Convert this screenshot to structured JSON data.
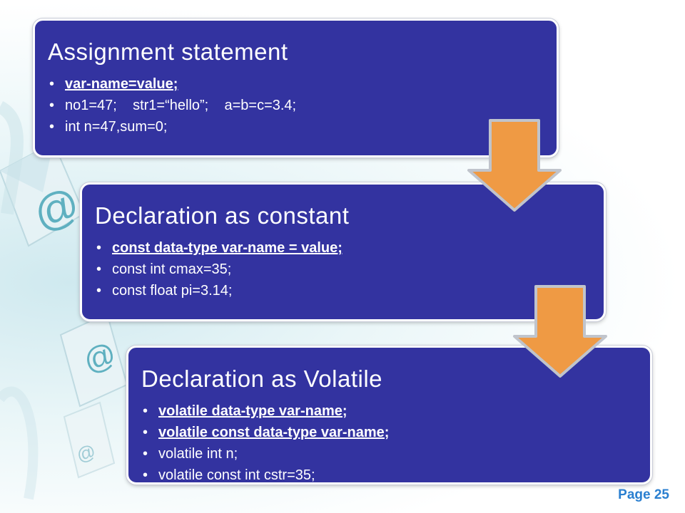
{
  "slide": {
    "page_label": "Page 25",
    "colors": {
      "box_fill": "#3333a0",
      "arrow_fill": "#ef9a44",
      "arrow_outline": "#c0c4cc",
      "page_text": "#2a7fd0"
    },
    "sections": [
      {
        "title": "Assignment statement",
        "items": [
          {
            "text": "var-name=value;",
            "emphasis": true
          },
          {
            "text": "no1=47;    str1=“hello”;    a=b=c=3.4;",
            "emphasis": false
          },
          {
            "text": "int n=47,sum=0;",
            "emphasis": false
          }
        ]
      },
      {
        "title": "Declaration as constant",
        "items": [
          {
            "text": "const data-type var-name = value;",
            "emphasis": true
          },
          {
            "text": "const int cmax=35;",
            "emphasis": false
          },
          {
            "text": "const float pi=3.14;",
            "emphasis": false
          }
        ]
      },
      {
        "title": "Declaration as Volatile",
        "items": [
          {
            "text": "volatile data-type var-name;",
            "emphasis": true
          },
          {
            "text": "volatile const data-type var-name;",
            "emphasis": true
          },
          {
            "text": "volatile int n;",
            "emphasis": false
          },
          {
            "text": "volatile const int cstr=35;",
            "emphasis": false
          }
        ]
      }
    ],
    "icons": [
      "envelope-at-icon",
      "envelope-at-icon",
      "envelope-at-icon",
      "down-arrow-icon",
      "down-arrow-icon"
    ]
  }
}
